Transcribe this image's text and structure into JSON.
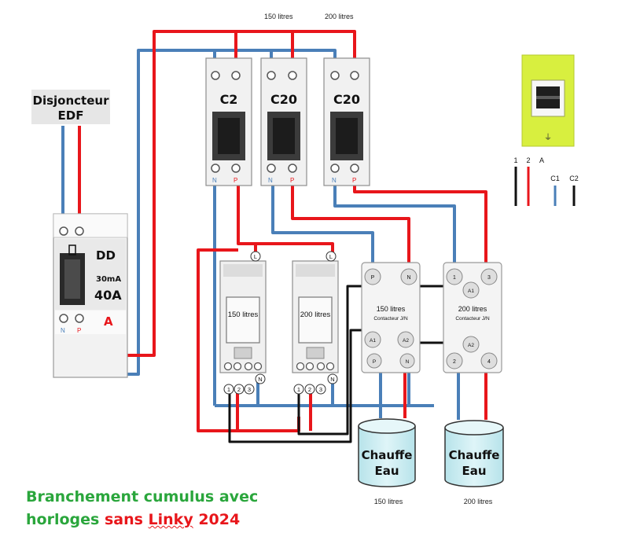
{
  "labels": {
    "top_150": "150 litres",
    "top_200": "200 litres",
    "disjoncteur_line1": "Disjoncteur",
    "disjoncteur_line2": "EDF",
    "dd_label": "DD",
    "dd_sensitivity": "30mA",
    "dd_rating": "40A",
    "dd_letter": "A",
    "breaker_c2": "C2",
    "breaker_c20a": "C20",
    "breaker_c20b": "C20",
    "term_n": "N",
    "term_p": "P",
    "clock_l": "L",
    "clock_n": "N",
    "clock1": "150 litres",
    "clock2": "200 litres",
    "clock_t1": "1",
    "clock_t2": "2",
    "clock_t3": "3",
    "contactor1_title": "150 litres",
    "contactor2_title": "200 litres",
    "contactor_sub": "Contacteur J/N",
    "c_p": "P",
    "c_n": "N",
    "c_a1": "A1",
    "c_a2": "A2",
    "c_1": "1",
    "c_2": "2",
    "c_3": "3",
    "c_4": "4",
    "tank_line1": "Chauffe",
    "tank_line2": "Eau",
    "tank1_cap": "150 litres",
    "tank2_cap": "200 litres",
    "legend_1": "1",
    "legend_2": "2",
    "legend_a": "A",
    "legend_c1": "C1",
    "legend_c2": "C2"
  },
  "caption": {
    "part1": "Branchement  cumulus avec",
    "part2": "horloges ",
    "part3": "sans ",
    "part4": "Linky",
    "part5": " 2024"
  },
  "colors": {
    "phase": "#e8161b",
    "neutral": "#4a7fb8",
    "control": "#111111",
    "caption_green": "#2aa63c",
    "tank_fill": "#cdeef2",
    "linky_body": "#d8ef3f"
  }
}
